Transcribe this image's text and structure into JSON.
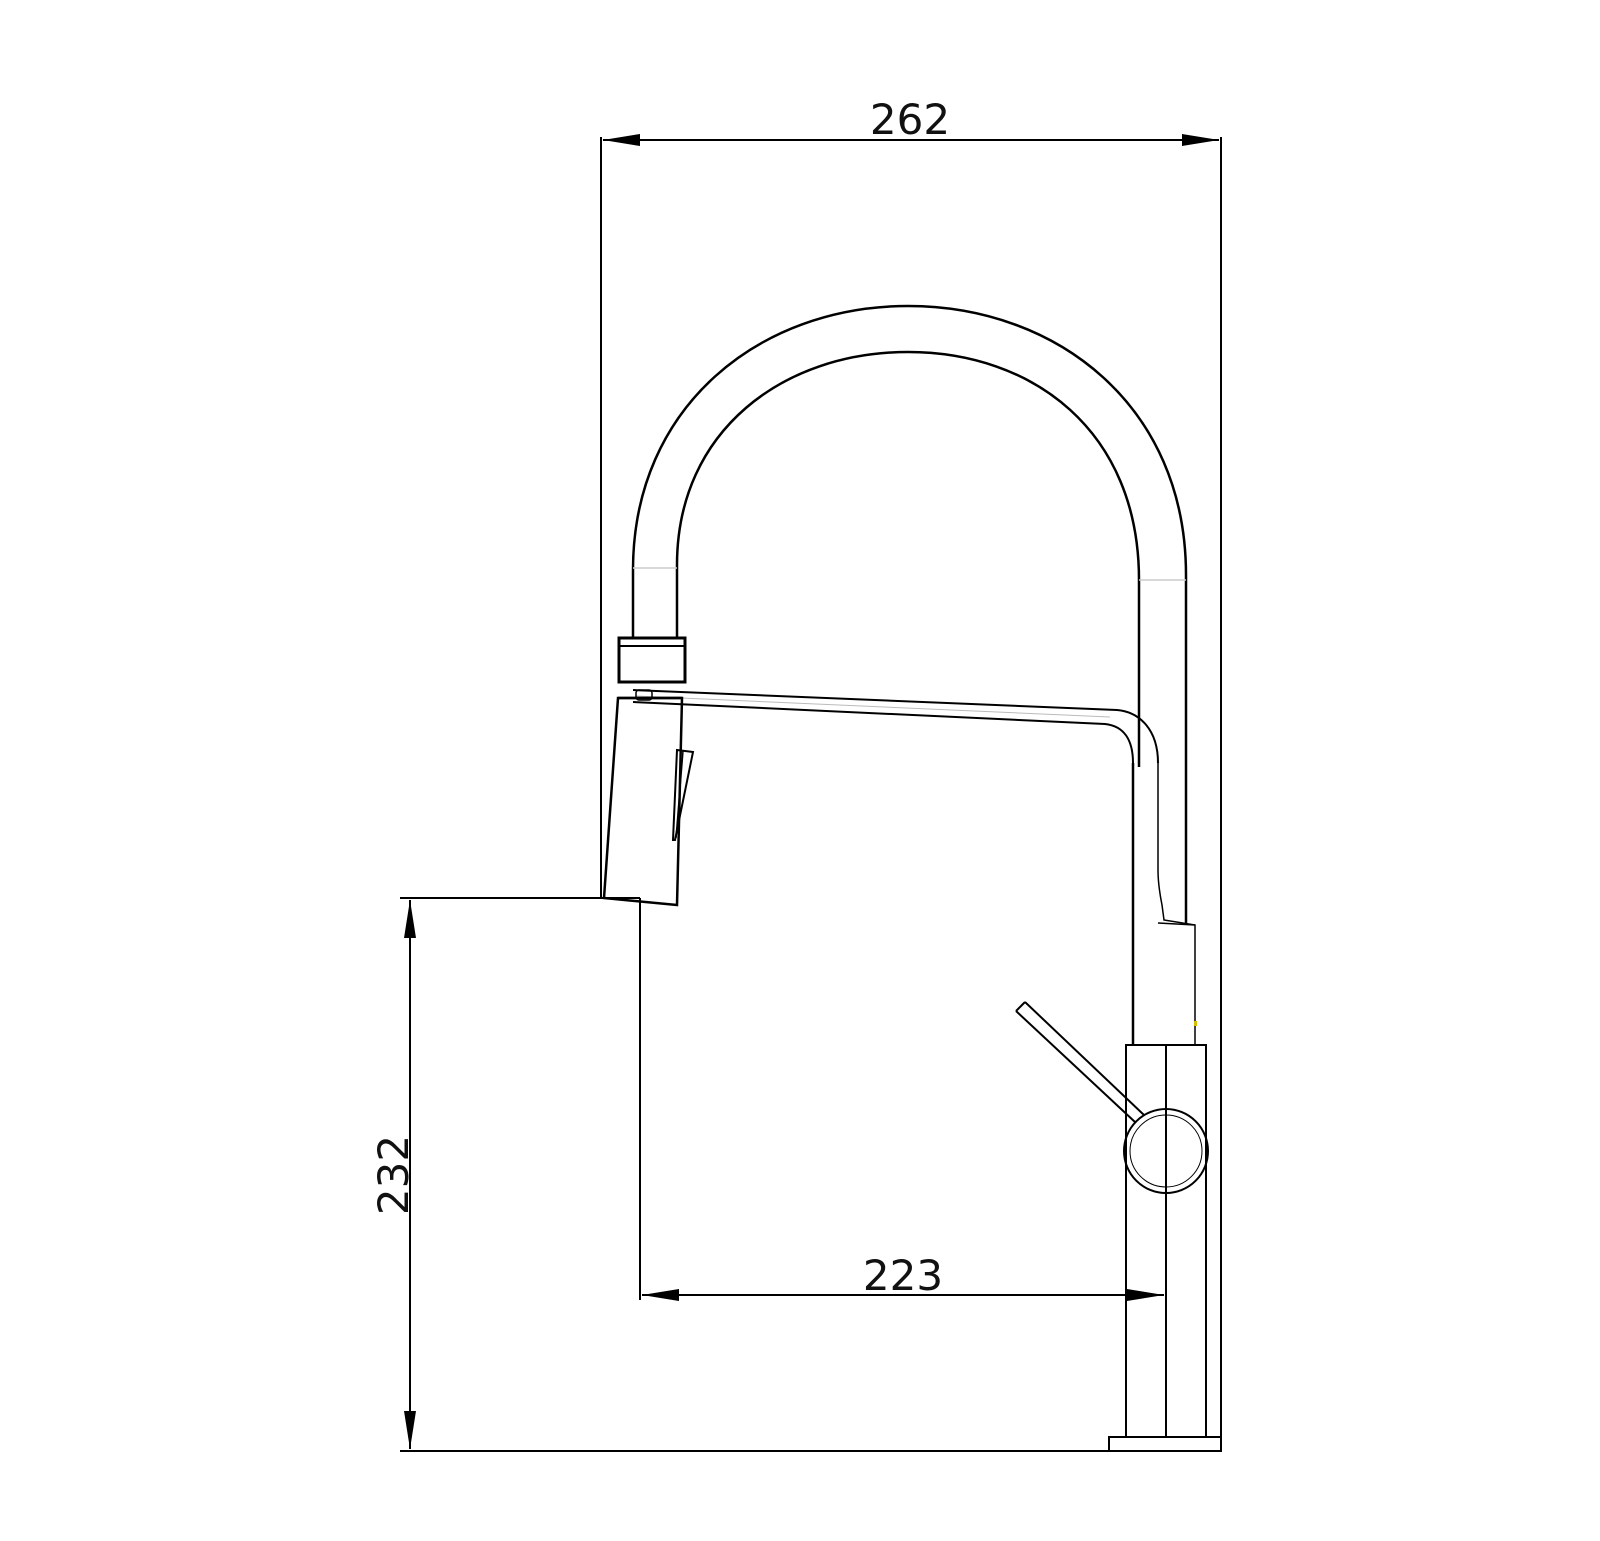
{
  "drawing": {
    "colors": {
      "stroke": "#000000",
      "background": "#ffffff"
    },
    "dimensions": {
      "overall_width": "262",
      "spout_reach": "223",
      "spout_height": "232"
    }
  }
}
